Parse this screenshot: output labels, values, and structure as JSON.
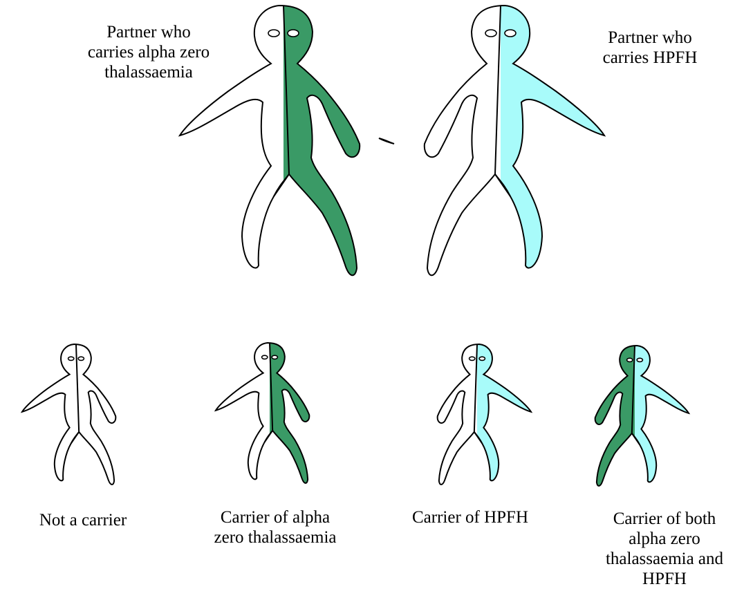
{
  "colors": {
    "alpha_zero": "#3a9a66",
    "hpfh": "#a8fbfa",
    "unaffected": "#ffffff",
    "outline": "#000000"
  },
  "parents": {
    "left": {
      "label": [
        "Partner who",
        "carries alpha zero",
        "thalassaemia"
      ],
      "left_half": "unaffected",
      "right_half": "alpha_zero"
    },
    "right": {
      "label": [
        "Partner who",
        "carries HPFH"
      ],
      "left_half": "unaffected",
      "right_half": "hpfh"
    }
  },
  "children": [
    {
      "label": [
        "Not a carrier"
      ],
      "left_half": "unaffected",
      "right_half": "unaffected"
    },
    {
      "label": [
        "Carrier of alpha",
        "zero thalassaemia"
      ],
      "left_half": "unaffected",
      "right_half": "alpha_zero"
    },
    {
      "label": [
        "Carrier of HPFH"
      ],
      "left_half": "unaffected",
      "right_half": "hpfh"
    },
    {
      "label": [
        "Carrier of both",
        "alpha zero",
        "thalassaemia and",
        "HPFH"
      ],
      "left_half": "alpha_zero",
      "right_half": "hpfh"
    }
  ]
}
